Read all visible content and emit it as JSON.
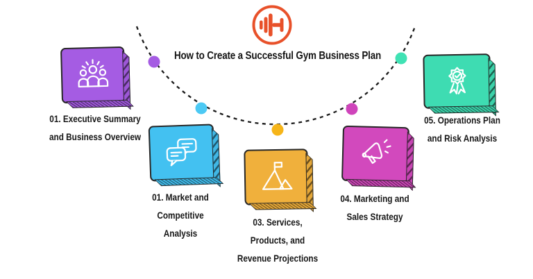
{
  "title": "How to Create a Successful Gym Business Plan",
  "logo": {
    "icon": "dumbbell-icon",
    "color": "#e8512a"
  },
  "arc": {
    "color": "#1a1a1a",
    "style": "dashed"
  },
  "steps": [
    {
      "number": "01",
      "lines": [
        "01. Executive Summary",
        "and Business Overview"
      ],
      "icon": "people-group-icon",
      "card_color": "#a55ce3",
      "dot_color": "#a55ce3"
    },
    {
      "number": "01",
      "lines": [
        "01. Market and",
        "Competitive",
        "Analysis"
      ],
      "icon": "chat-bubbles-icon",
      "card_color": "#43c1f1",
      "dot_color": "#4cc9f4"
    },
    {
      "number": "03",
      "lines": [
        "03. Services,",
        "Products, and",
        "Revenue Projections"
      ],
      "icon": "mountain-flag-icon",
      "card_color": "#f0b03c",
      "dot_color": "#f6b519"
    },
    {
      "number": "04",
      "lines": [
        "04. Marketing and",
        "Sales Strategy"
      ],
      "icon": "megaphone-icon",
      "card_color": "#d249bd",
      "dot_color": "#cf44bb"
    },
    {
      "number": "05",
      "lines": [
        "05. Operations Plan",
        "and Risk Analysis"
      ],
      "icon": "award-badge-icon",
      "card_color": "#3edcb2",
      "dot_color": "#40e2b4"
    }
  ]
}
